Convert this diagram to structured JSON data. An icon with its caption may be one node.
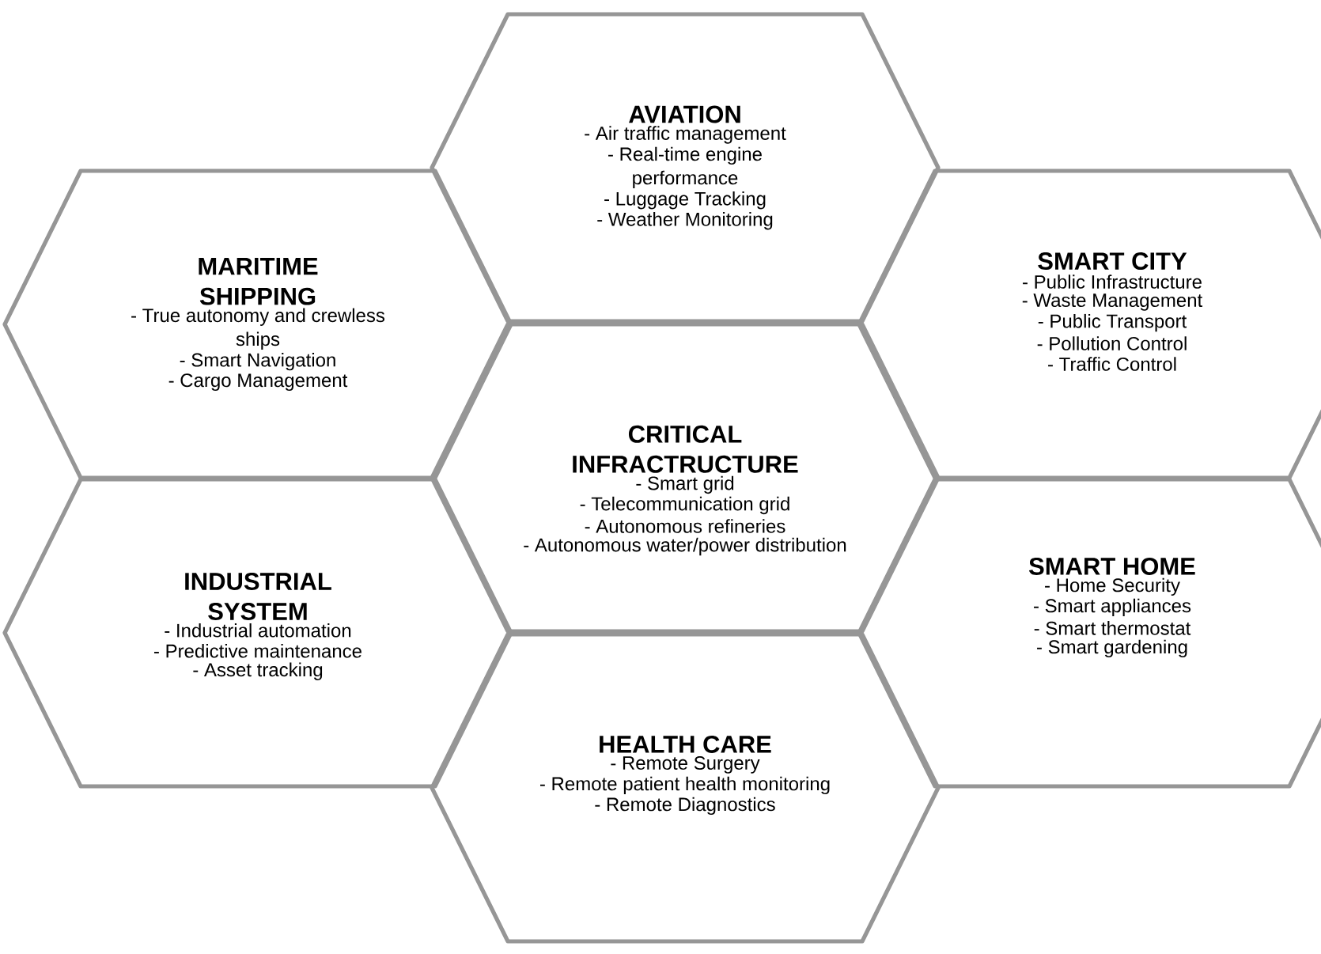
{
  "diagram": {
    "nodes": [
      {
        "text": [
          "AVIATION",
          "- Air traffic management",
          "- Real-time engine performance",
          "- Luggage Tracking",
          "- Weather Monitoring"
        ]
      },
      {
        "text": [
          "MARITIME SHIPPING",
          "- True autonomy and crewless ships",
          "- Smart Navigation",
          "- Cargo Management"
        ]
      },
      {
        "text": [
          "SMART CITY",
          "- Public Infrastructure",
          "- Waste Management",
          "- Public Transport",
          "- Pollution Control",
          "- Traffic Control"
        ]
      },
      {
        "text": [
          "CRITICAL INFRACTRUCTURE",
          "- Smart grid",
          "- Telecommunication grid",
          "- Autonomous refineries",
          "- Autonomous water/power distribution"
        ]
      },
      {
        "text": [
          "INDUSTRIAL SYSTEM",
          "- Industrial automation",
          "- Predictive maintenance",
          "- Asset tracking"
        ]
      },
      {
        "text": [
          "SMART HOME",
          "- Home Security",
          "- Smart appliances",
          "- Smart thermostat",
          "- Smart gardening"
        ]
      },
      {
        "text": [
          "HEALTH CARE",
          "- Remote Surgery",
          "- Remote patient health monitoring",
          "- Remote Diagnostics"
        ]
      }
    ]
  }
}
